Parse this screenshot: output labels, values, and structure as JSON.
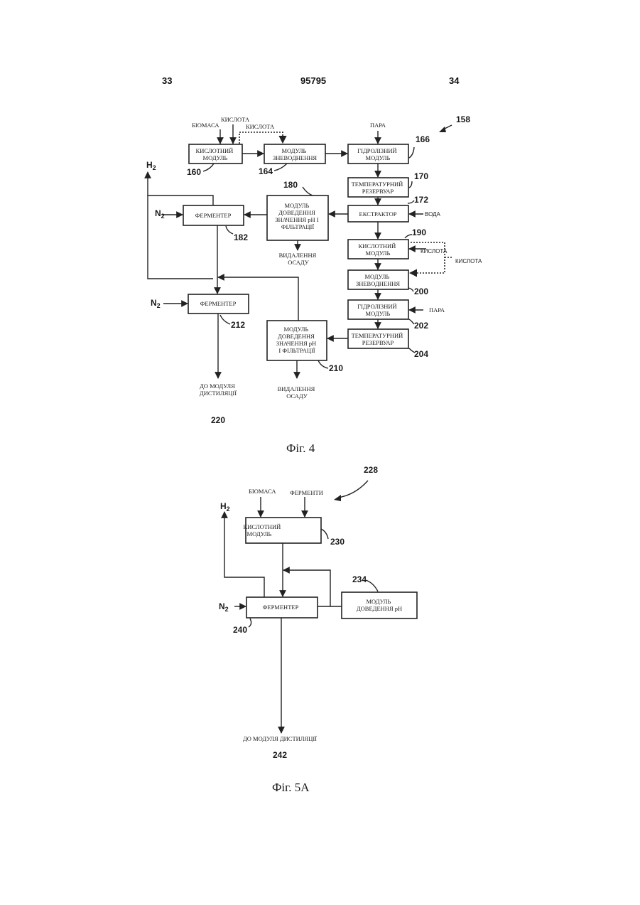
{
  "header": {
    "page_left": "33",
    "patent_number": "95795",
    "page_right": "34"
  },
  "fig4": {
    "caption": "Фіг. 4",
    "refs": {
      "r158": "158",
      "r160": "160",
      "r164": "164",
      "r166": "166",
      "r170": "170",
      "r172": "172",
      "r180": "180",
      "r182": "182",
      "r190": "190",
      "r200": "200",
      "r202": "202",
      "r204": "204",
      "r210": "210",
      "r212": "212",
      "r220": "220"
    },
    "labels": {
      "biomasa": "БІОМАСА",
      "kyslota1": "КИСЛОТА",
      "kyslota2": "КИСЛОТА",
      "para1": "ПАРА",
      "h2_sym": "H",
      "h2_sub": "2",
      "n2a_sym": "N",
      "n2a_sub": "2",
      "n2b_sym": "N",
      "n2b_sub": "2",
      "voda": "ВОДА",
      "kyslota3": "КИСЛОТА",
      "kyslota4": "КИСЛОТА",
      "para2": "ПАРА",
      "vydalennia1_l1": "ВИДАЛЕННЯ",
      "vydalennia1_l2": "ОСАДУ",
      "vydalennia2_l1": "ВИДАЛЕННЯ",
      "vydalennia2_l2": "ОСАДУ",
      "do_modulia_l1": "ДО МОДУЛЯ",
      "do_modulia_l2": "ДИСТИЛЯЦІЇ"
    },
    "boxes": {
      "acid1": [
        "КИСЛОТНИЙ",
        "МОДУЛЬ"
      ],
      "dehyd1": [
        "МОДУЛЬ",
        "ЗНЕВОДНЕННЯ"
      ],
      "hydro1": [
        "ГІДРОЛІЗНИЙ",
        "МОДУЛЬ"
      ],
      "temp1": [
        "ТЕМПЕРАТУРНИЙ",
        "РЕЗЕРВУАР"
      ],
      "extractor": [
        "ЕКСТРАКТОР"
      ],
      "ph1": [
        "МОДУЛЬ",
        "ДОВЕДЕННЯ",
        "ЗНАЧЕННЯ pH І",
        "ФІЛЬТРАЦІЇ"
      ],
      "ferm1": [
        "ФЕРМЕНТЕР"
      ],
      "acid2": [
        "КИСЛОТНИЙ",
        "МОДУЛЬ"
      ],
      "dehyd2": [
        "МОДУЛЬ",
        "ЗНЕВОДНЕННЯ"
      ],
      "hydro2": [
        "ГІДРОЛІЗНИЙ",
        "МОДУЛЬ"
      ],
      "temp2": [
        "ТЕМПЕРАТУРНИЙ",
        "РЕЗЕРВУАР"
      ],
      "ferm2": [
        "ФЕРМЕНТЕР"
      ],
      "ph2": [
        "МОДУЛЬ",
        "ДОВЕДЕННЯ",
        "ЗНАЧЕННЯ pH",
        "І ФІЛЬТРАЦІЇ"
      ]
    }
  },
  "fig5a": {
    "caption": "Фіг. 5А",
    "refs": {
      "r228": "228",
      "r230": "230",
      "r234": "234",
      "r240": "240",
      "r242": "242"
    },
    "labels": {
      "biomasa": "БІОМАСА",
      "fermenty": "ФЕРМЕНТИ",
      "h2_sym": "H",
      "h2_sub": "2",
      "n2_sym": "N",
      "n2_sub": "2",
      "do_modulia": "ДО МОДУЛЯ ДИСТИЛЯЦІЇ"
    },
    "boxes": {
      "acid": [
        "КИСЛОТНИЙ",
        "МОДУЛЬ"
      ],
      "ferm": [
        "ФЕРМЕНТЕР"
      ],
      "ph": [
        "МОДУЛЬ",
        "ДОВЕДЕННЯ pH"
      ]
    }
  }
}
